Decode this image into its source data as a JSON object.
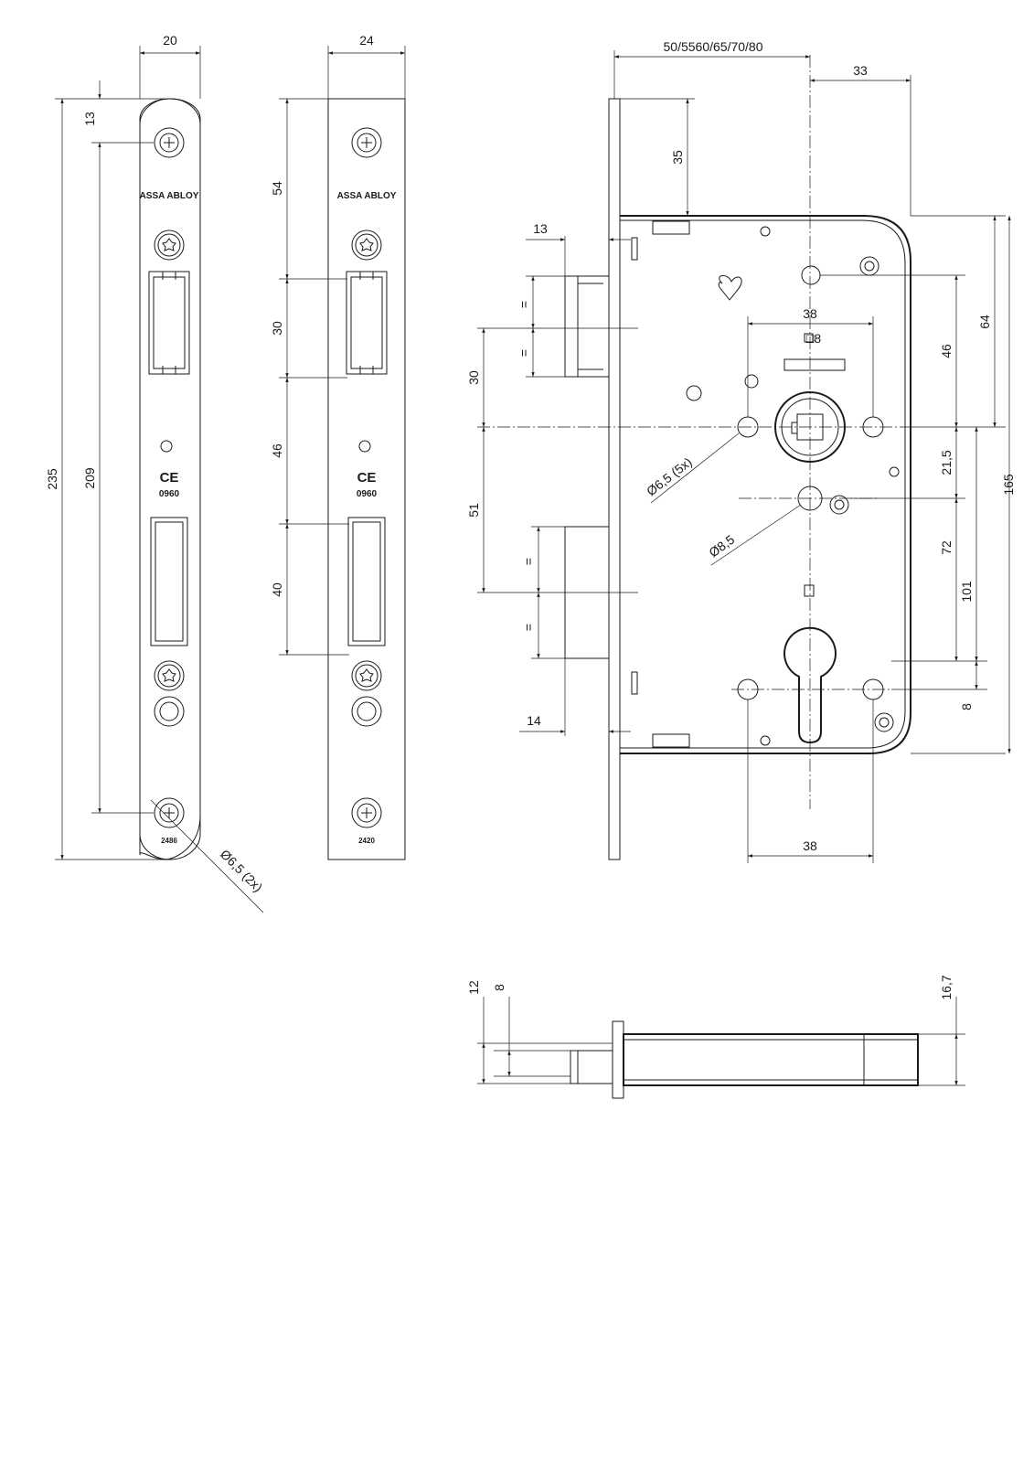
{
  "faceplate_round": {
    "brand": "ASSA ABLOY",
    "ce_mark": "CE",
    "cert_no": "0960",
    "part_no": "2486",
    "dims": {
      "width": "20",
      "top_offset": "13",
      "hole_spacing": "209",
      "length": "235",
      "hole_dia": "Ø6,5 (2x)"
    }
  },
  "faceplate_square": {
    "brand": "ASSA ABLOY",
    "ce_mark": "CE",
    "cert_no": "0960",
    "part_no": "2420",
    "dims": {
      "width": "24",
      "top_to_latch": "54",
      "latch_height": "30",
      "latch_to_bolt": "46",
      "bolt_height": "40"
    }
  },
  "lock_body": {
    "dims": {
      "backset": "50/5560/65/70/80",
      "body_right": "33",
      "top_to_case": "35",
      "latch_proj": "13",
      "latch_height": "30",
      "latch_to_bolt": "51",
      "bolt_proj": "14",
      "follower_spacing": "38",
      "follower_square": "□8",
      "fixing_holes": "Ø6,5 (5x)",
      "stud_hole": "Ø8,5",
      "top_hole_to_follower": "46",
      "case_top_to_follower": "64",
      "follower_to_stud": "21,5",
      "follower_to_cylinder": "72",
      "follower_to_bottom_hole": "101",
      "case_height": "165",
      "cylinder_offset": "8",
      "cylinder_hole_spacing": "38",
      "equal_mark": "="
    }
  },
  "side_view": {
    "dims": {
      "faceplate_outer": "12",
      "bolt_thick": "8",
      "case_thickness": "16,7"
    }
  }
}
